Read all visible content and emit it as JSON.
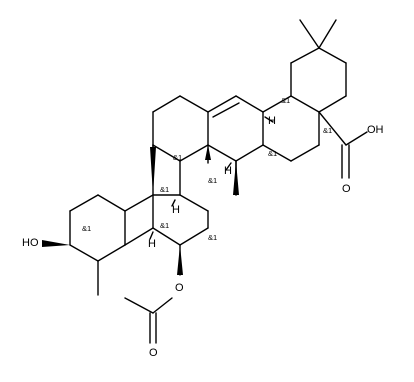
{
  "molecule": {
    "atom_labels": {
      "hydroxyl": "HO",
      "acid": "OH",
      "carbonyl_acid": "O",
      "ester_oxygen": "O",
      "carbonyl_ester": "O",
      "h_1": "H",
      "h_2": "H",
      "h_3": "H",
      "h_4": "H"
    },
    "stereo_label": "&1"
  }
}
